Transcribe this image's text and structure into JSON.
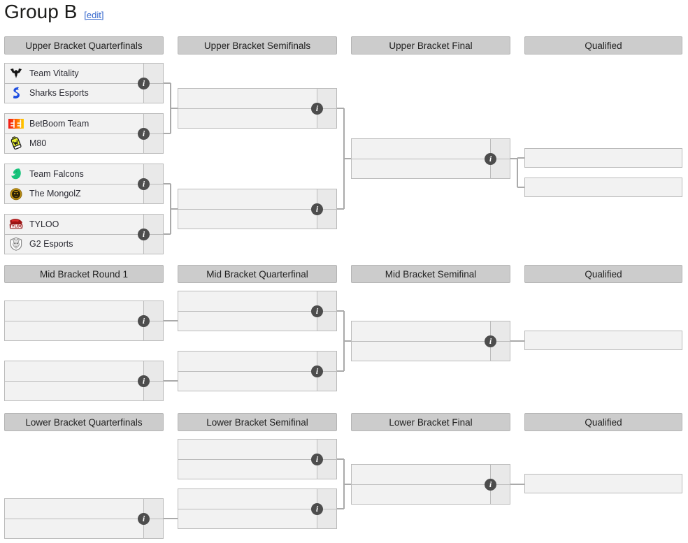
{
  "header": {
    "title": "Group B",
    "edit_label": "[edit]"
  },
  "colors": {
    "header_bg": "#cccccc",
    "match_bg": "#f2f2f2",
    "score_bg": "#e9e9e9",
    "border": "#bbbbbb",
    "connector": "#aaaaaa",
    "link": "#3366cc",
    "info_bubble": "#4d4d4d"
  },
  "icons": {
    "info": "i"
  },
  "sections": [
    {
      "id": "upper",
      "round_headers": [
        "Upper Bracket Quarterfinals",
        "Upper Bracket Semifinals",
        "Upper Bracket Final",
        "Qualified"
      ],
      "matches": {
        "quarterfinals": [
          {
            "teams": [
              {
                "name": "Team Vitality",
                "logo": "team-vitality-logo",
                "score": ""
              },
              {
                "name": "Sharks Esports",
                "logo": "sharks-esports-logo",
                "score": ""
              }
            ]
          },
          {
            "teams": [
              {
                "name": "BetBoom Team",
                "logo": "betboom-team-logo",
                "score": ""
              },
              {
                "name": "M80",
                "logo": "m80-logo",
                "score": ""
              }
            ]
          },
          {
            "teams": [
              {
                "name": "Team Falcons",
                "logo": "team-falcons-logo",
                "score": ""
              },
              {
                "name": "The MongolZ",
                "logo": "the-mongolz-logo",
                "score": ""
              }
            ]
          },
          {
            "teams": [
              {
                "name": "TYLOO",
                "logo": "tyloo-logo",
                "score": ""
              },
              {
                "name": "G2 Esports",
                "logo": "g2-esports-logo",
                "score": ""
              }
            ]
          }
        ],
        "semifinals": [
          {
            "teams": [
              {
                "name": "",
                "logo": "",
                "score": ""
              },
              {
                "name": "",
                "logo": "",
                "score": ""
              }
            ]
          },
          {
            "teams": [
              {
                "name": "",
                "logo": "",
                "score": ""
              },
              {
                "name": "",
                "logo": "",
                "score": ""
              }
            ]
          }
        ],
        "final": [
          {
            "teams": [
              {
                "name": "",
                "logo": "",
                "score": ""
              },
              {
                "name": "",
                "logo": "",
                "score": ""
              }
            ]
          }
        ],
        "qualified": [
          {
            "name": ""
          },
          {
            "name": ""
          }
        ]
      }
    },
    {
      "id": "mid",
      "round_headers": [
        "Mid Bracket Round 1",
        "Mid Bracket Quarterfinal",
        "Mid Bracket Semifinal",
        "Qualified"
      ],
      "matches": {
        "round1": [
          {
            "teams": [
              {
                "name": "",
                "logo": "",
                "score": ""
              },
              {
                "name": "",
                "logo": "",
                "score": ""
              }
            ]
          },
          {
            "teams": [
              {
                "name": "",
                "logo": "",
                "score": ""
              },
              {
                "name": "",
                "logo": "",
                "score": ""
              }
            ]
          }
        ],
        "quarterfinal": [
          {
            "teams": [
              {
                "name": "",
                "logo": "",
                "score": ""
              },
              {
                "name": "",
                "logo": "",
                "score": ""
              }
            ]
          },
          {
            "teams": [
              {
                "name": "",
                "logo": "",
                "score": ""
              },
              {
                "name": "",
                "logo": "",
                "score": ""
              }
            ]
          }
        ],
        "semifinal": [
          {
            "teams": [
              {
                "name": "",
                "logo": "",
                "score": ""
              },
              {
                "name": "",
                "logo": "",
                "score": ""
              }
            ]
          }
        ],
        "qualified": [
          {
            "name": ""
          }
        ]
      }
    },
    {
      "id": "lower",
      "round_headers": [
        "Lower Bracket Quarterfinals",
        "Lower Bracket Semifinal",
        "Lower Bracket Final",
        "Qualified"
      ],
      "matches": {
        "quarterfinals": [
          {
            "teams": [
              {
                "name": "",
                "logo": "",
                "score": ""
              },
              {
                "name": "",
                "logo": "",
                "score": ""
              }
            ]
          }
        ],
        "semifinal": [
          {
            "teams": [
              {
                "name": "",
                "logo": "",
                "score": ""
              },
              {
                "name": "",
                "logo": "",
                "score": ""
              }
            ]
          },
          {
            "teams": [
              {
                "name": "",
                "logo": "",
                "score": ""
              },
              {
                "name": "",
                "logo": "",
                "score": ""
              }
            ]
          }
        ],
        "final": [
          {
            "teams": [
              {
                "name": "",
                "logo": "",
                "score": ""
              },
              {
                "name": "",
                "logo": "",
                "score": ""
              }
            ]
          }
        ],
        "qualified": [
          {
            "name": ""
          }
        ]
      }
    }
  ]
}
